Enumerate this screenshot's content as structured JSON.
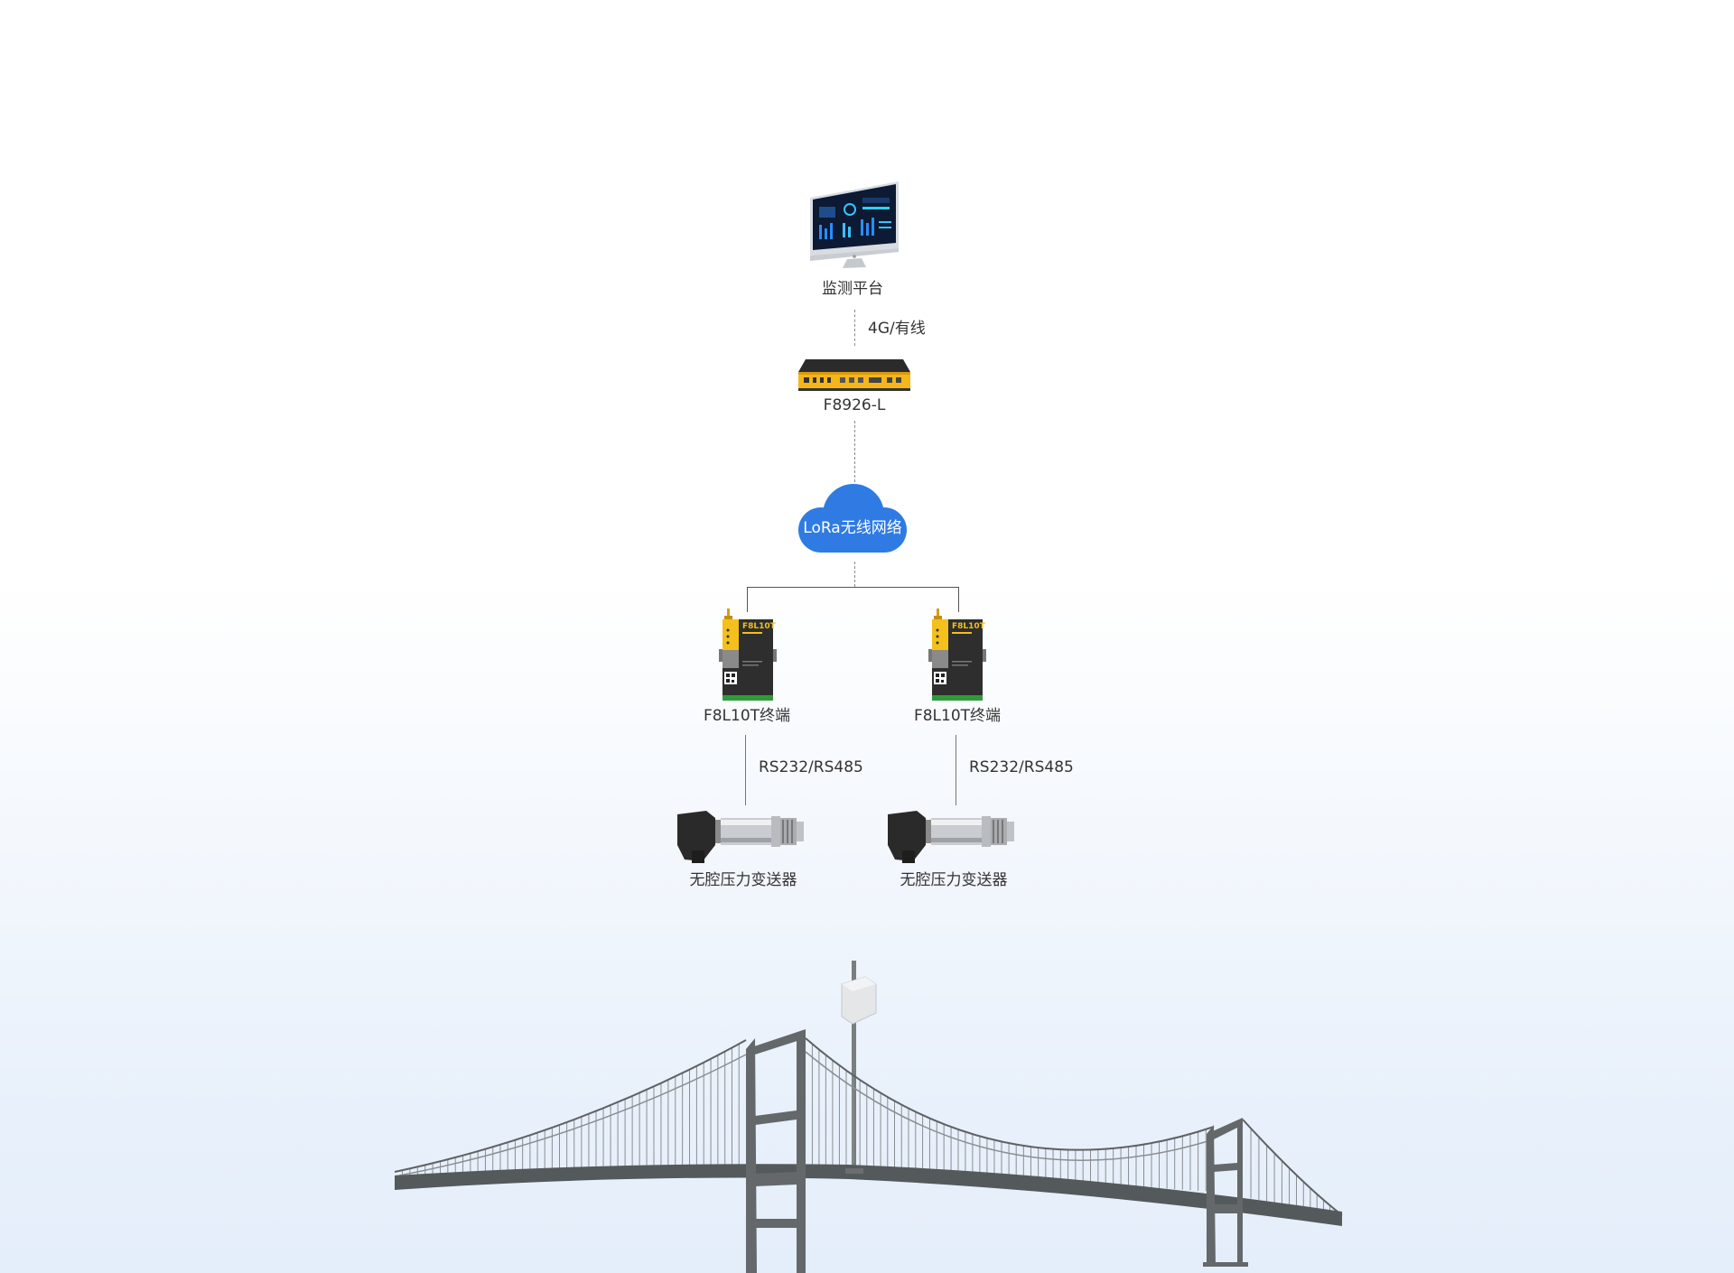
{
  "nodes": {
    "platform": {
      "label": "监测平台"
    },
    "gateway": {
      "label": "F8926-L"
    },
    "cloud": {
      "label": "LoRa无线网络"
    },
    "terminal_left": {
      "label": "F8L10T终端",
      "device_text": "F8L10T"
    },
    "terminal_right": {
      "label": "F8L10T终端",
      "device_text": "F8L10T"
    },
    "sensor_left": {
      "label": "无腔压力变送器"
    },
    "sensor_right": {
      "label": "无腔压力变送器"
    }
  },
  "links": {
    "platform_gateway": "4G/有线",
    "terminal_sensor_left": "RS232/RS485",
    "terminal_sensor_right": "RS232/RS485"
  },
  "colors": {
    "cloud": "#2f7be3",
    "gateway_body": "#f5b61a",
    "terminal_yellow": "#f3c01c",
    "bridge": "#555a5c"
  }
}
